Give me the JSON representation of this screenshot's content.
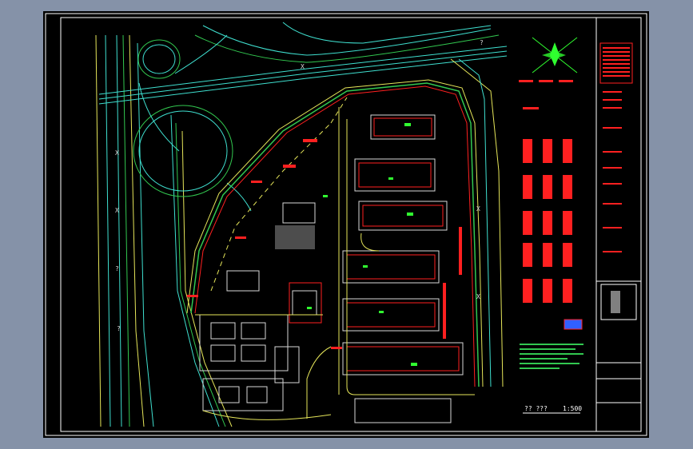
{
  "colors": {
    "background": "#8592a8",
    "sheet": "#000000",
    "frame": "#ffffff",
    "road_cyan": "#3fe0d0",
    "road_yellow": "#e6e65a",
    "road_green": "#32c850",
    "red_line": "#ff2020",
    "building_white": "#d8d8d8",
    "grey_fill": "#808080",
    "blue_fill": "#3060ff",
    "green_mark": "#30ff30"
  },
  "labels": {
    "road_x_1": "X",
    "road_x_2": "X",
    "road_x_3": "X",
    "road_x_4": "X",
    "road_x_5": "X",
    "road_q_1": "?",
    "road_q_2": "?",
    "road_q_3": "?",
    "sheet_title": "?? ???",
    "scale": "1:500"
  },
  "title_block": {
    "rows": 12
  },
  "north_arrow": {
    "icon": "north-arrow-icon"
  }
}
